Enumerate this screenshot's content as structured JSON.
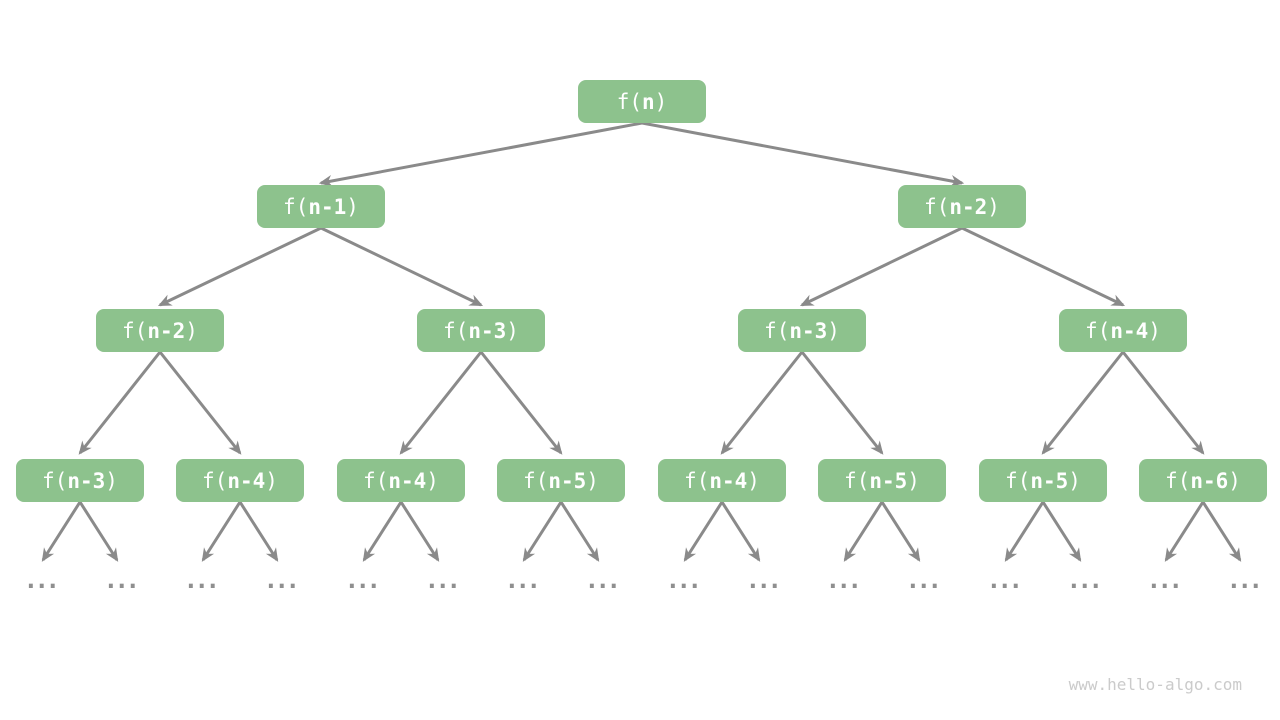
{
  "watermark": "www.hello-algo.com",
  "node_text": {
    "prefix": "f(",
    "suffix": ")"
  },
  "tree": {
    "type": "recursion-tree",
    "levels": [
      {
        "depth": 0,
        "nodes": [
          {
            "label": "f(n)",
            "arg": "n"
          }
        ]
      },
      {
        "depth": 1,
        "nodes": [
          {
            "label": "f(n-1)",
            "arg": "n-1"
          },
          {
            "label": "f(n-2)",
            "arg": "n-2"
          }
        ]
      },
      {
        "depth": 2,
        "nodes": [
          {
            "label": "f(n-2)",
            "arg": "n-2"
          },
          {
            "label": "f(n-3)",
            "arg": "n-3"
          },
          {
            "label": "f(n-3)",
            "arg": "n-3"
          },
          {
            "label": "f(n-4)",
            "arg": "n-4"
          }
        ]
      },
      {
        "depth": 3,
        "nodes": [
          {
            "label": "f(n-3)",
            "arg": "n-3"
          },
          {
            "label": "f(n-4)",
            "arg": "n-4"
          },
          {
            "label": "f(n-4)",
            "arg": "n-4"
          },
          {
            "label": "f(n-5)",
            "arg": "n-5"
          },
          {
            "label": "f(n-4)",
            "arg": "n-4"
          },
          {
            "label": "f(n-5)",
            "arg": "n-5"
          },
          {
            "label": "f(n-5)",
            "arg": "n-5"
          },
          {
            "label": "f(n-6)",
            "arg": "n-6"
          }
        ]
      }
    ],
    "leaf_ellipsis": "...",
    "leaf_ellipsis_count": 16
  },
  "colors": {
    "background": "#FFFFFF",
    "node_fill": "#8DC28D",
    "node_text": "#FFFFFF",
    "edge": "#8A8A8A",
    "dot": "#8F8F8F",
    "watermark": "#CBCBCB"
  }
}
